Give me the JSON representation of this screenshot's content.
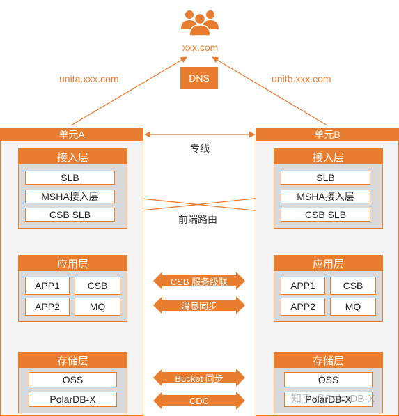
{
  "top": {
    "icon": "users-icon",
    "domain": "xxx.com",
    "dns": "DNS",
    "left_domain": "unita.xxx.com",
    "right_domain": "unitb.xxx.com"
  },
  "links": {
    "dedicated_line": "专线",
    "frontend_routing": "前端路由"
  },
  "units": [
    {
      "title": "单元A",
      "access": {
        "title": "接入层",
        "items": [
          "SLB",
          "MSHA接入层",
          "CSB SLB"
        ]
      },
      "app": {
        "title": "应用层",
        "items": [
          "APP1",
          "CSB",
          "APP2",
          "MQ"
        ]
      },
      "storage": {
        "title": "存储层",
        "items": [
          "OSS",
          "PolarDB-X"
        ]
      }
    },
    {
      "title": "单元B",
      "access": {
        "title": "接入层",
        "items": [
          "SLB",
          "MSHA接入层",
          "CSB SLB"
        ]
      },
      "app": {
        "title": "应用层",
        "items": [
          "APP1",
          "CSB",
          "APP2",
          "MQ"
        ]
      },
      "storage": {
        "title": "存储层",
        "items": [
          "OSS",
          "PolarDB-X"
        ]
      }
    }
  ],
  "sync": [
    "CSB 服务级联",
    "消息同步",
    "Bucket 同步",
    "CDC"
  ],
  "watermark": "知乎 @PolarDB-X",
  "colors": {
    "accent": "#e87c2f",
    "layer_bg": "#d9d9d9",
    "unit_bg": "#f4f4f4"
  }
}
